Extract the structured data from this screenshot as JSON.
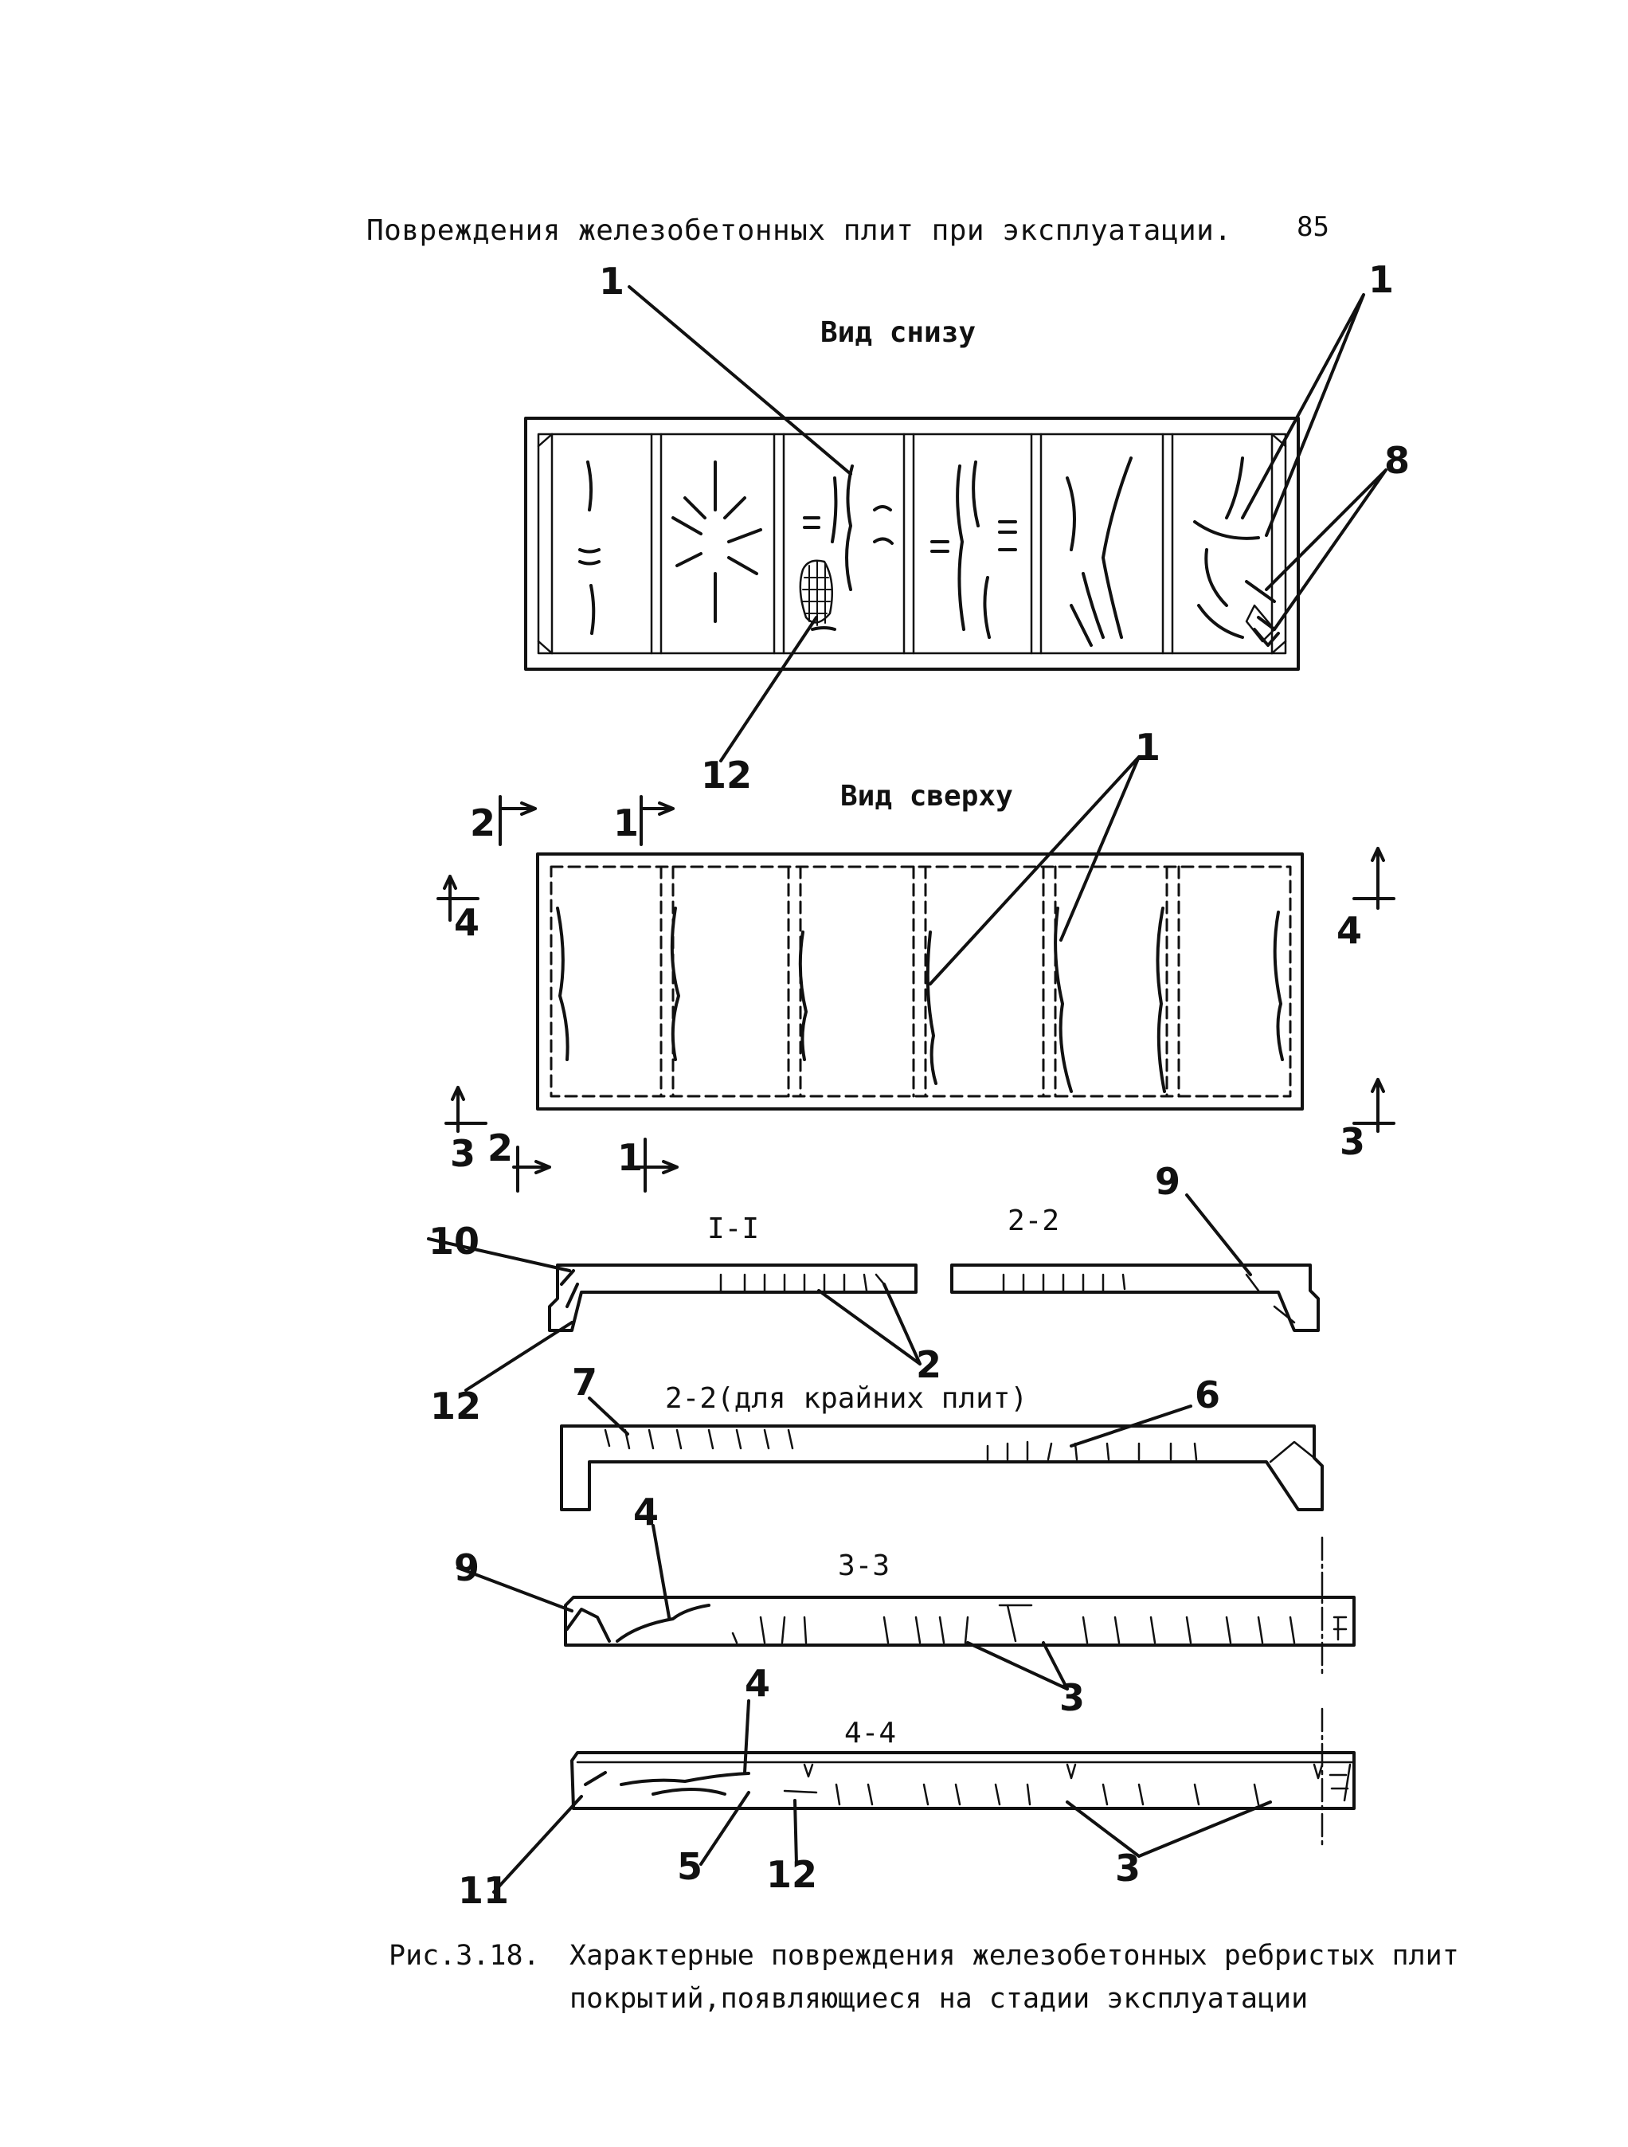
{
  "header": {
    "title": "Повреждения железобетонных плит при эксплуатации.",
    "page_number": "85"
  },
  "views": {
    "bottom": "Вид снизу",
    "top": "Вид сверху"
  },
  "sections": {
    "s11": "I-I",
    "s22": "2-2",
    "s22_edge": "2-2(для крайних плит)",
    "s33": "3-3",
    "s44": "4-4"
  },
  "callouts": {
    "c1": "1",
    "c2": "2",
    "c3": "3",
    "c4": "4",
    "c5": "5",
    "c6": "6",
    "c7": "7",
    "c8": "8",
    "c9": "9",
    "c10": "10",
    "c11": "11",
    "c12": "12"
  },
  "section_marks": {
    "m1": "1",
    "m2": "2",
    "m3": "3",
    "m4": "4"
  },
  "caption": {
    "number": "Рис.3.18.",
    "line1": "Характерные повреждения железобетонных ребристых плит",
    "line2": "покрытий,появляющиеся на стадии эксплуатации"
  }
}
